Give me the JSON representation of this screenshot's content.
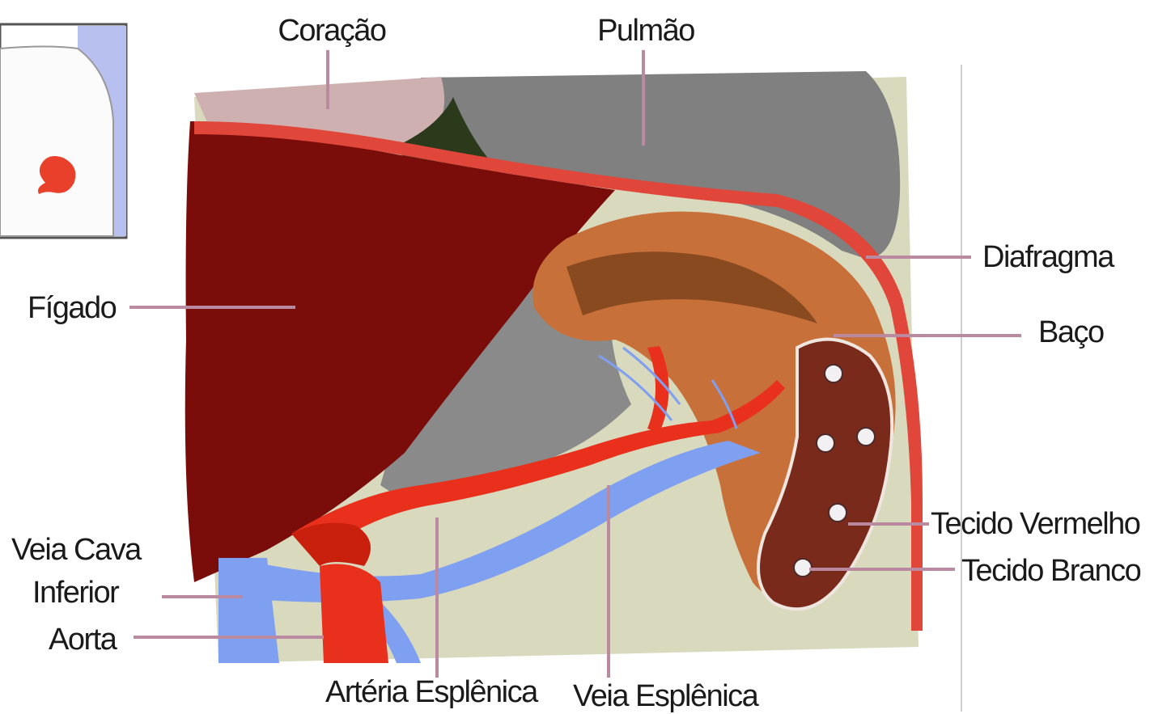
{
  "labels": {
    "coracao": "Coração",
    "pulmao": "Pulmão",
    "diafragma": "Diafragma",
    "baco": "Baço",
    "figado": "Fígado",
    "tecido_vermelho": "Tecido Vermelho",
    "tecido_branco": "Tecido Branco",
    "veia_cava_line1": "Veia Cava",
    "veia_cava_line2": "Inferior",
    "aorta": "Aorta",
    "arteria_esplenica": "Artéria Esplênica",
    "veia_esplenica": "Veia Esplênica"
  },
  "colors": {
    "liver": "#7a0c0a",
    "spleen": "#c8703a",
    "spleen_dark": "#8a4a20",
    "lung": "#7f7f7f",
    "heart": "#c9a9a9",
    "diaphragm": "#e0463a",
    "artery": "#e8301c",
    "vein": "#7f9ff0",
    "background_tissue": "#d6d6b8",
    "leader": "#b98aa0"
  }
}
